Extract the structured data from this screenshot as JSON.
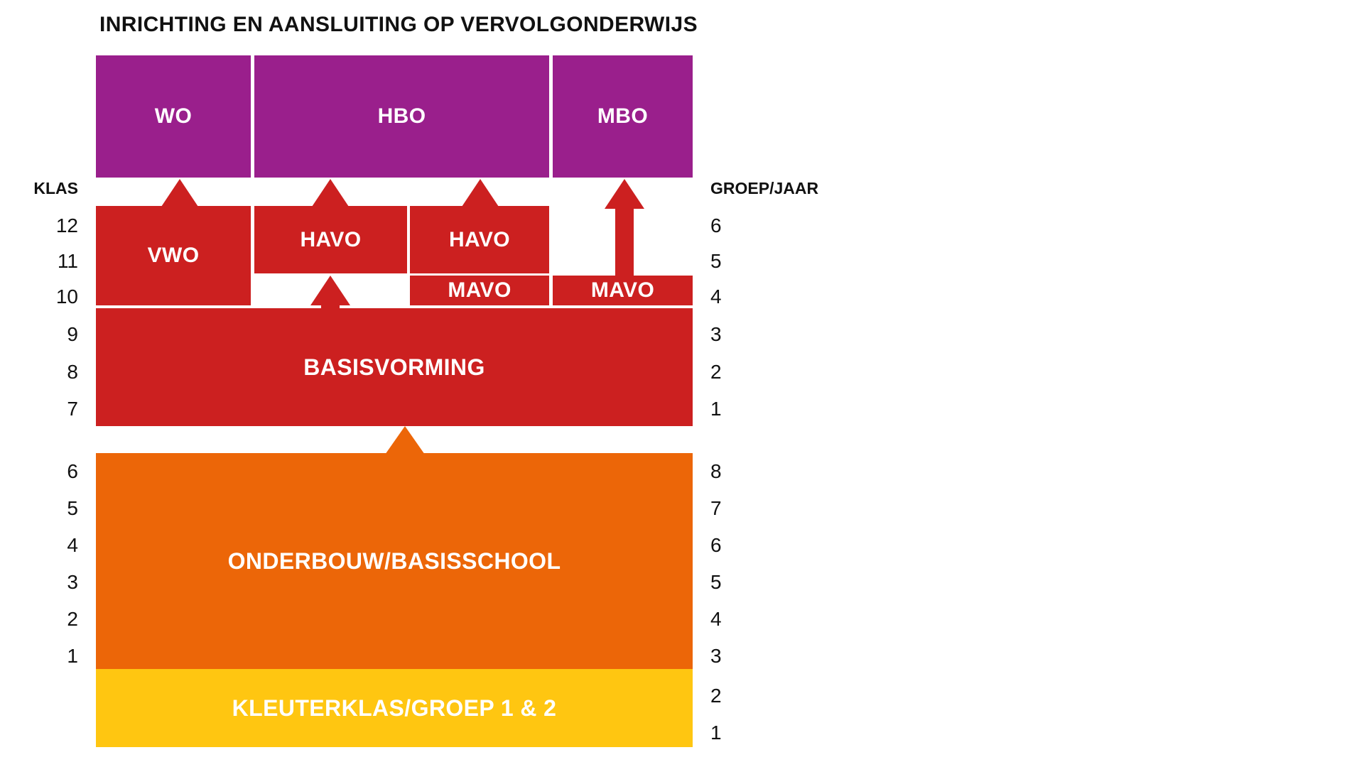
{
  "title": "INRICHTING EN AANSLUITING OP VERVOLGONDERWIJS",
  "axes": {
    "left_header": "KLAS",
    "right_header": "GROEP/JAAR",
    "left_numbers_upper": [
      "12",
      "11",
      "10",
      "9",
      "8",
      "7"
    ],
    "left_numbers_lower": [
      "6",
      "5",
      "4",
      "3",
      "2",
      "1"
    ],
    "right_numbers_upper": [
      "6",
      "5",
      "4",
      "3",
      "2",
      "1"
    ],
    "right_numbers_lower": [
      "8",
      "7",
      "6",
      "5",
      "4",
      "3",
      "2",
      "1"
    ]
  },
  "tiers": {
    "tertiary": [
      {
        "label": "WO"
      },
      {
        "label": "HBO"
      },
      {
        "label": "MBO"
      }
    ],
    "secondary_upper": [
      {
        "label": "VWO"
      },
      {
        "label": "HAVO"
      },
      {
        "label": "HAVO"
      }
    ],
    "secondary_lower": [
      {
        "label": "MAVO"
      },
      {
        "label": "MAVO"
      }
    ],
    "basis": {
      "label": "BASISVORMING"
    },
    "primary": {
      "label": "ONDERBOUW/BASISSCHOOL"
    },
    "kindergarten": {
      "label": "KLEUTERKLAS/GROEP 1 & 2"
    }
  },
  "colors": {
    "purple": "#9A1F8C",
    "red": "#CC2020",
    "orange": "#EC6608",
    "yellow": "#FFC611",
    "text_dark": "#111111",
    "text_light": "#FFFFFF"
  },
  "flows": [
    {
      "from": "VWO",
      "to": "WO"
    },
    {
      "from": "HAVO",
      "to": "HBO"
    },
    {
      "from": "HAVO",
      "to": "HBO"
    },
    {
      "from": "MAVO",
      "to": "MBO"
    },
    {
      "from": "BASISVORMING",
      "to": "HAVO"
    },
    {
      "from": "ONDERBOUW/BASISSCHOOL",
      "to": "BASISVORMING"
    }
  ]
}
